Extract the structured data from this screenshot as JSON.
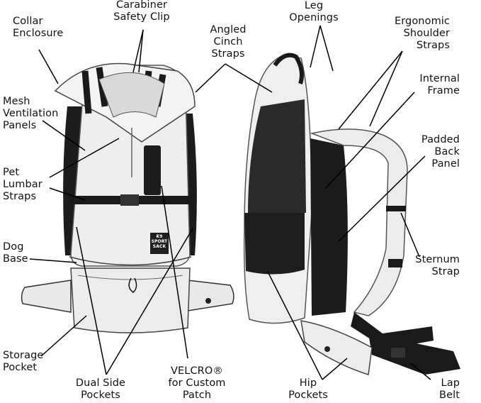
{
  "colors": {
    "bag_body": "#eeeeee",
    "bag_shade": "#d9d9d9",
    "strap": "#1a1a1a",
    "mesh": "#2a2a2a",
    "line": "#000000",
    "text": "#111111"
  },
  "labels": {
    "collar": "Collar\nEnclosure",
    "carabiner": "Carabiner\nSafety Clip",
    "angled": "Angled\nCinch\nStraps",
    "leg": "Leg\nOpenings",
    "ergonomic": "Ergonomic\nShoulder\nStraps",
    "internal": "Internal\nFrame",
    "padded": "Padded\nBack\nPanel",
    "mesh": "Mesh\nVentilation\nPanels",
    "lumbar": "Pet\nLumbar\nStraps",
    "dogbase": "Dog\nBase",
    "storage": "Storage\nPocket",
    "dualside": "Dual Side\nPockets",
    "velcro": "VELCRO®\nfor Custom\nPatch",
    "hip": "Hip\nPockets",
    "sternum": "Sternum\nStrap",
    "lap": "Lap\nBelt"
  },
  "badge": "K9\nSPORT\nSACK"
}
